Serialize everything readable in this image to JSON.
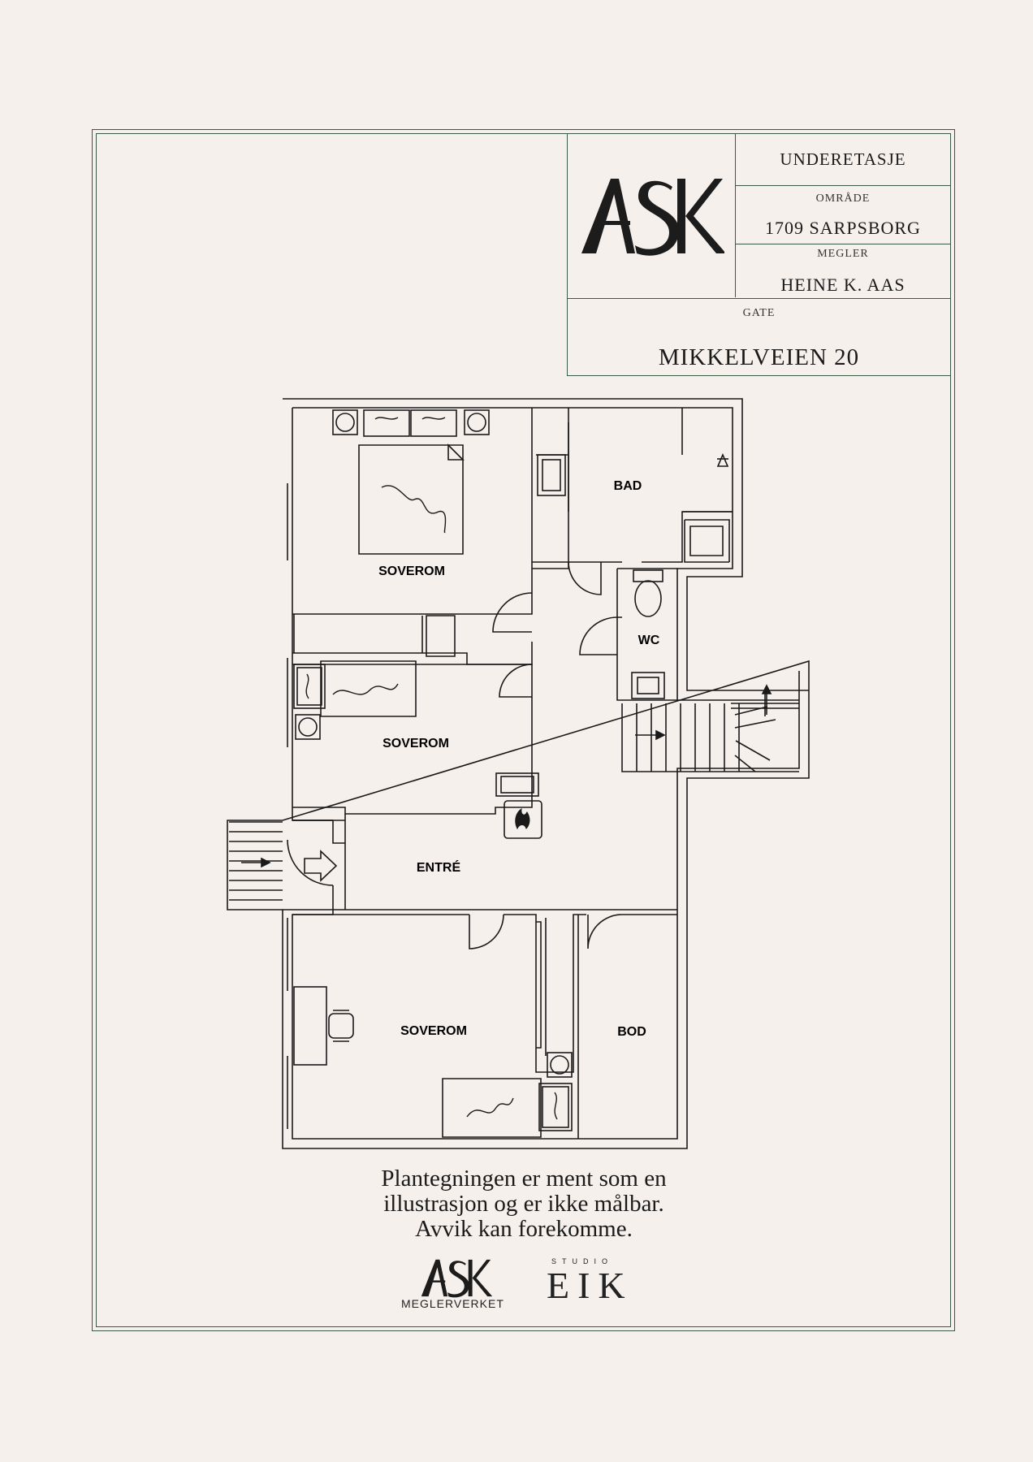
{
  "title_block": {
    "floor": "UNDERETASJE",
    "area_label": "OMRÅDE",
    "area_value": "1709 SARPSBORG",
    "broker_label": "MEGLER",
    "broker_value": "HEINE K. AAS",
    "street_label": "GATE",
    "street_value": "MIKKELVEIEN 20",
    "logo_text": "ASK"
  },
  "rooms": {
    "soverom_1": "SOVEROM",
    "bad": "BAD",
    "wc": "WC",
    "soverom_2": "SOVEROM",
    "entre": "ENTRÉ",
    "soverom_3": "SOVEROM",
    "bod": "BOD"
  },
  "disclaimer": {
    "line1": "Plantegningen er ment som en",
    "line2": "illustrasjon og er ikke målbar.",
    "line3": "Avvik kan forekomme."
  },
  "footer": {
    "ask_logo": "ASK",
    "ask_sub": "MEGLERVERKET",
    "studio_label": "STUDIO",
    "eik_label": "EIK"
  },
  "colors": {
    "frame": "#3b5a45",
    "background": "#f6f0ed",
    "ink": "#1a1a1a"
  }
}
